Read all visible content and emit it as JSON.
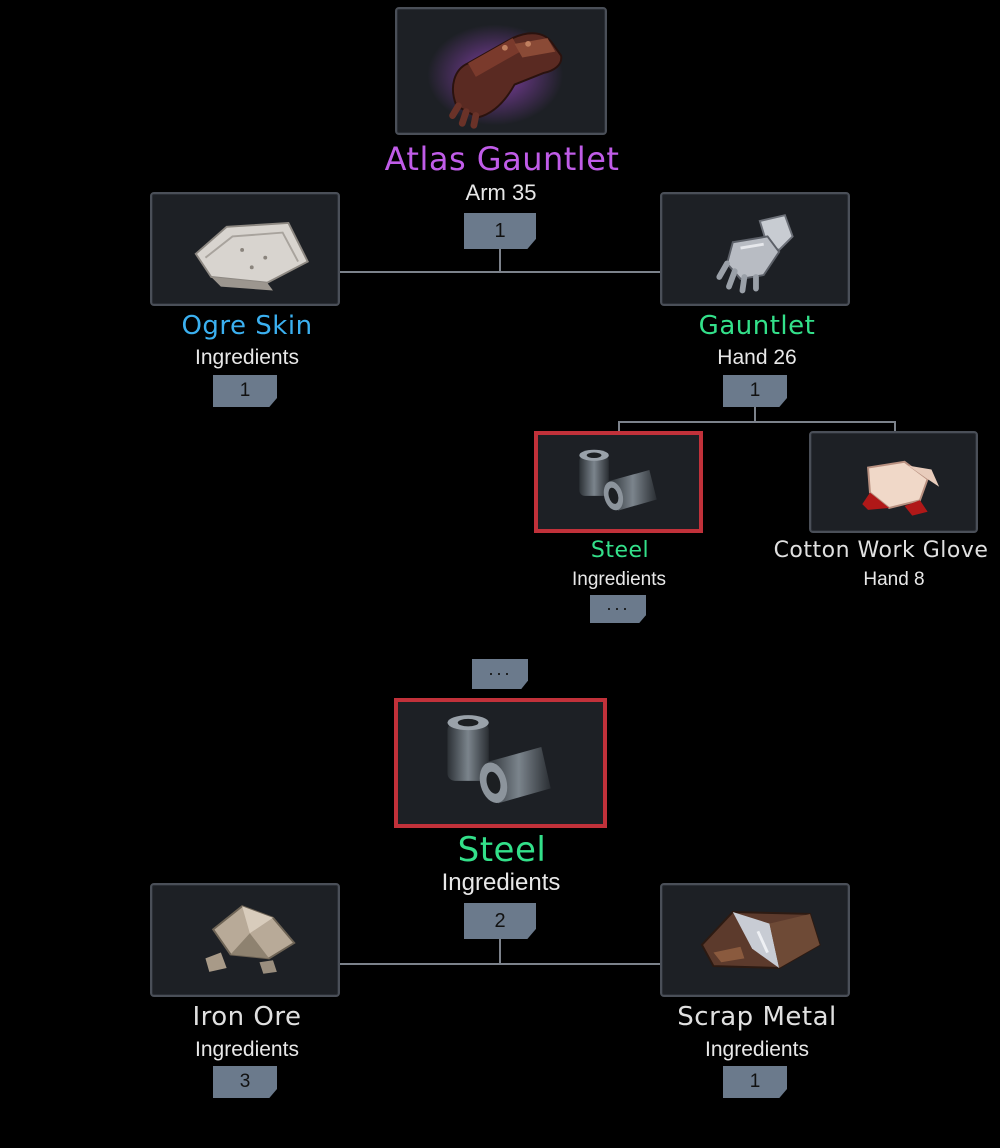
{
  "colors": {
    "legendary": "#c05ce8",
    "rare": "#3bb0f0",
    "uncommon": "#33e08a",
    "common": "#e0e0e0",
    "badge": "#6b7a8c",
    "selected": "#c1313a"
  },
  "tree_top": {
    "root": {
      "icon": "gauntlet-icon",
      "name": "Atlas Gauntlet",
      "sub": "Arm 35",
      "badge": "1"
    },
    "left": {
      "icon": "ogre-skin-icon",
      "name": "Ogre Skin",
      "sub": "Ingredients",
      "badge": "1"
    },
    "right": {
      "icon": "steel-gauntlet-icon",
      "name": "Gauntlet",
      "sub": "Hand 26",
      "badge": "1"
    },
    "right_children": [
      {
        "icon": "steel-icon",
        "name": "Steel",
        "sub": "Ingredients",
        "badge": "···",
        "selected": true
      },
      {
        "icon": "cotton-glove-icon",
        "name": "Cotton Work Glove",
        "sub": "Hand 8"
      }
    ]
  },
  "tree_bottom": {
    "parent_badge": "···",
    "root": {
      "icon": "steel-icon",
      "name": "Steel",
      "sub": "Ingredients",
      "badge": "2",
      "selected": true
    },
    "left": {
      "icon": "iron-ore-icon",
      "name": "Iron Ore",
      "sub": "Ingredients",
      "badge": "3"
    },
    "right": {
      "icon": "scrap-metal-icon",
      "name": "Scrap Metal",
      "sub": "Ingredients",
      "badge": "1"
    }
  }
}
